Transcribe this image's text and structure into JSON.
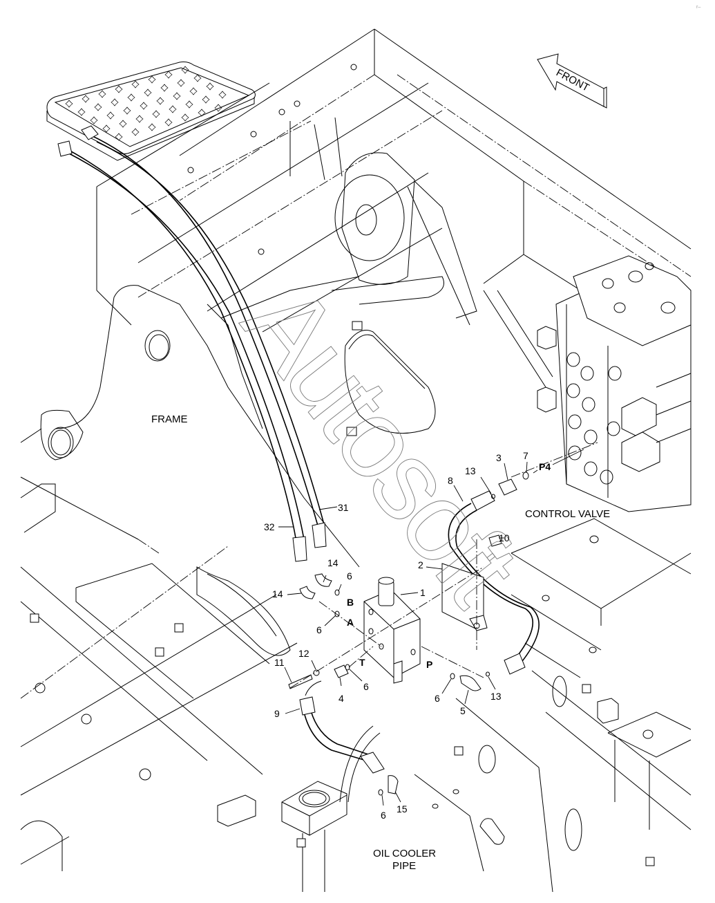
{
  "diagram": {
    "type": "exploded parts diagram",
    "direction_indicator": "FRONT",
    "watermark": "Autosoft",
    "corner_mark": "r–",
    "captions": {
      "frame": "FRAME",
      "control_valve": "CONTROL VALVE",
      "oil_cooler_line1": "OIL COOLER",
      "oil_cooler_line2": "PIPE"
    },
    "port_labels": {
      "A": "A",
      "B": "B",
      "T": "T",
      "P": "P",
      "P4": "P4"
    },
    "callouts": [
      {
        "id": "c1",
        "number": "1"
      },
      {
        "id": "c2",
        "number": "2"
      },
      {
        "id": "c3",
        "number": "3"
      },
      {
        "id": "c4",
        "number": "4"
      },
      {
        "id": "c5",
        "number": "5"
      },
      {
        "id": "c6a",
        "number": "6"
      },
      {
        "id": "c6b",
        "number": "6"
      },
      {
        "id": "c6c",
        "number": "6"
      },
      {
        "id": "c6d",
        "number": "6"
      },
      {
        "id": "c6e",
        "number": "6"
      },
      {
        "id": "c7",
        "number": "7"
      },
      {
        "id": "c8",
        "number": "8"
      },
      {
        "id": "c9",
        "number": "9"
      },
      {
        "id": "c10",
        "number": "10"
      },
      {
        "id": "c11",
        "number": "11"
      },
      {
        "id": "c12",
        "number": "12"
      },
      {
        "id": "c13a",
        "number": "13"
      },
      {
        "id": "c13b",
        "number": "13"
      },
      {
        "id": "c14a",
        "number": "14"
      },
      {
        "id": "c14b",
        "number": "14"
      },
      {
        "id": "c15",
        "number": "15"
      },
      {
        "id": "c31",
        "number": "31"
      },
      {
        "id": "c32",
        "number": "32"
      }
    ]
  }
}
